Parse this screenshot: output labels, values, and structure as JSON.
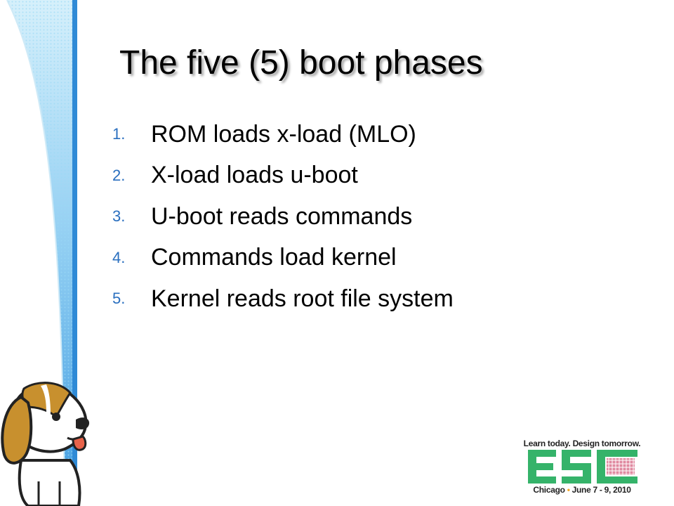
{
  "slide": {
    "title": "The five (5) boot phases",
    "phases": [
      {
        "number": "1.",
        "text": "ROM loads x-load (MLO)"
      },
      {
        "number": "2.",
        "text": "X-load loads u-boot"
      },
      {
        "number": "3.",
        "text": "U-boot reads commands"
      },
      {
        "number": "4.",
        "text": "Commands load kernel"
      },
      {
        "number": "5.",
        "text": "Kernel reads root file system"
      }
    ]
  },
  "logo": {
    "tagline": "Learn today. Design tomorrow.",
    "mark": "ESC",
    "city": "Chicago",
    "bullet": "•",
    "dates": "June 7 - 9, 2010"
  },
  "colors": {
    "accent_blue": "#2a6fbf",
    "sidebar_blue": "#5aaee8",
    "logo_green": "#35b36a",
    "logo_orange": "#f5a623"
  },
  "icons": {
    "mascot": "beagle-dog-icon",
    "logo": "esc-logo-icon"
  }
}
